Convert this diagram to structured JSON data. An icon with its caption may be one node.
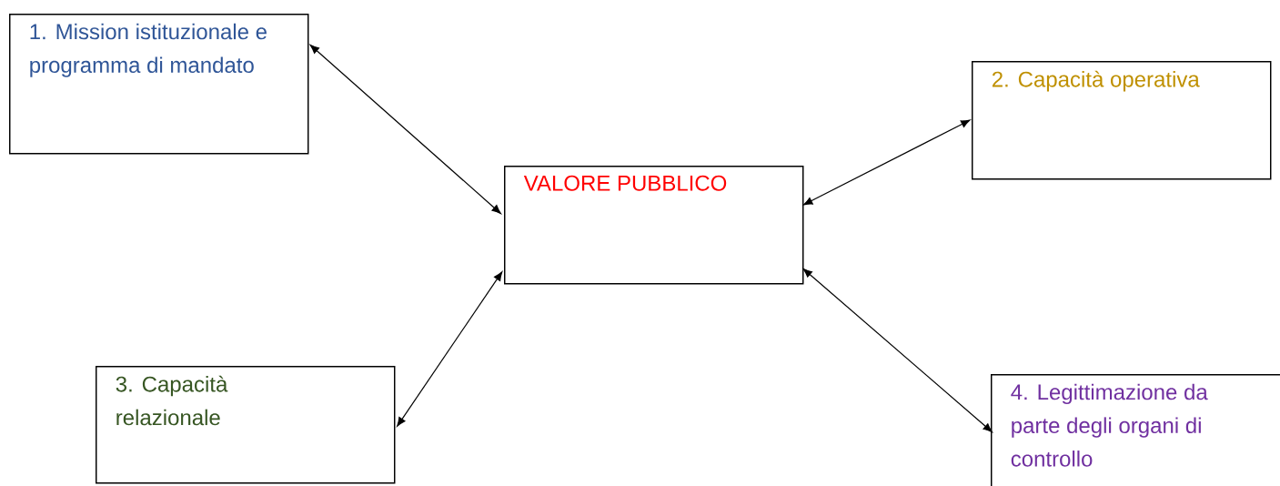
{
  "diagram": {
    "nodes": [
      {
        "text": [
          "1. Mission istituzionale e programma di mandato"
        ]
      },
      {
        "text": [
          "2. Capacità operativa"
        ]
      },
      {
        "text": [
          "VALORE PUBBLICO"
        ]
      },
      {
        "text": [
          "3. Capacità relazionale"
        ]
      },
      {
        "text": [
          "4. Legittimazione da parte degli organi di controllo"
        ]
      }
    ],
    "edges": [
      {
        "from": 0,
        "to": 2,
        "arrow": "both"
      },
      {
        "from": 2,
        "to": 1,
        "arrow": "both"
      },
      {
        "from": 3,
        "to": 2,
        "arrow": "both"
      },
      {
        "from": 2,
        "to": 4,
        "arrow": "both"
      }
    ]
  }
}
